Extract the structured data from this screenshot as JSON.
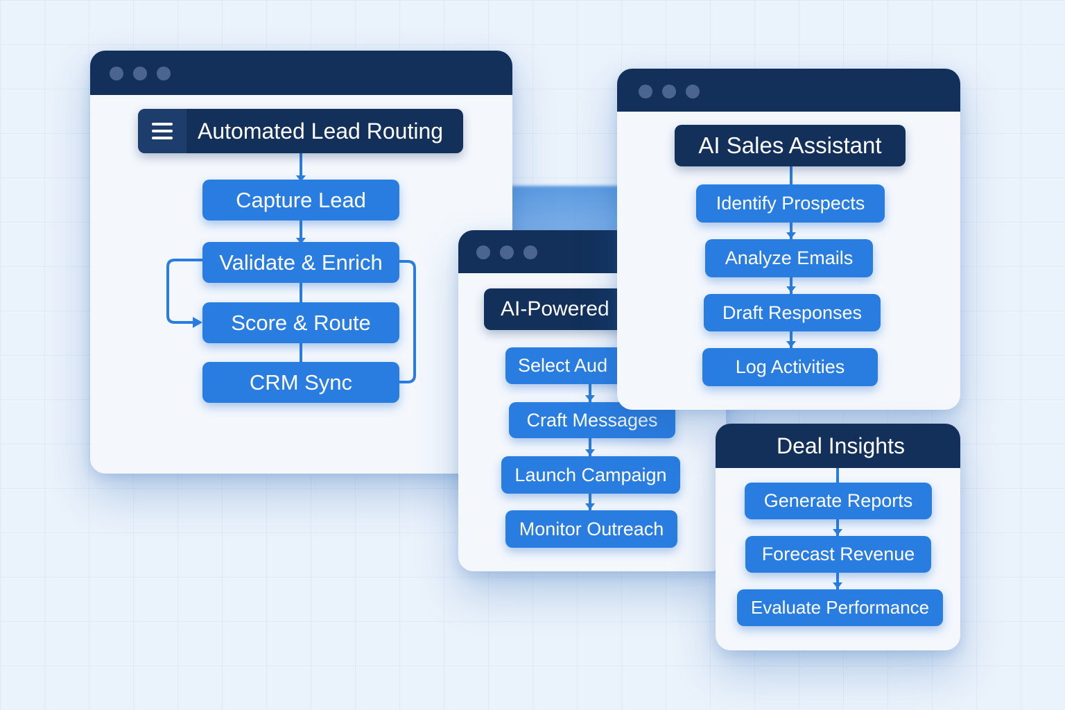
{
  "colors": {
    "background": "#eaf2fb",
    "window_body": "#f4f8fd",
    "titlebar": "#12305a",
    "step_fill": "#2a7de0",
    "text": "#ffffff"
  },
  "windows": {
    "lead_routing": {
      "title": "Automated Lead Routing",
      "title_icon": "menu-icon",
      "steps": [
        "Capture Lead",
        "Validate & Enrich",
        "Score & Route",
        "CRM Sync"
      ]
    },
    "campaigns": {
      "title": "AI-Powered",
      "steps": [
        "Select Aud",
        "Craft Messages",
        "Launch Campaign",
        "Monitor Outreach"
      ]
    },
    "sales_assistant": {
      "title": "AI Sales Assistant",
      "steps": [
        "Identify Prospects",
        "Analyze Emails",
        "Draft Responses",
        "Log Activities"
      ]
    },
    "deal_insights": {
      "title": "Deal Insights",
      "steps": [
        "Generate Reports",
        "Forecast Revenue",
        "Evaluate Performance"
      ]
    }
  }
}
